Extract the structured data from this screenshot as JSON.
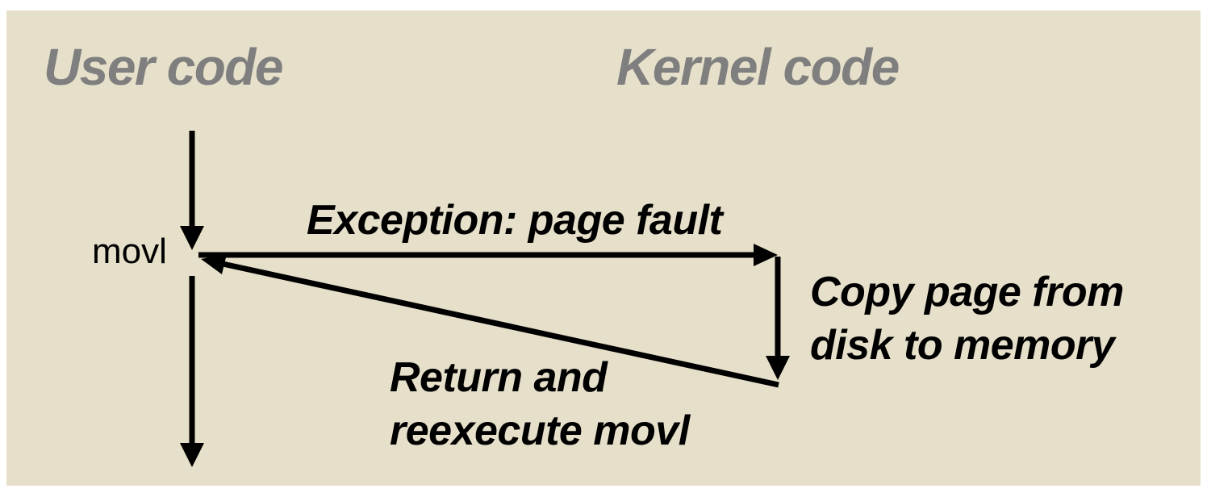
{
  "diagram": {
    "title_left": "User code",
    "title_right": "Kernel code",
    "instruction_label": "movl",
    "exception_label": "Exception: page fault",
    "copy_label": {
      "line1": "Copy page from",
      "line2": "disk to memory"
    },
    "return_label": {
      "line1": "Return and",
      "line2": "reexecute movl"
    },
    "colors": {
      "page_bg": "#ffffff",
      "panel_bg": "#e6e0ca",
      "heading": "#7f7f7f",
      "text": "#000000",
      "arrow": "#000000"
    }
  }
}
